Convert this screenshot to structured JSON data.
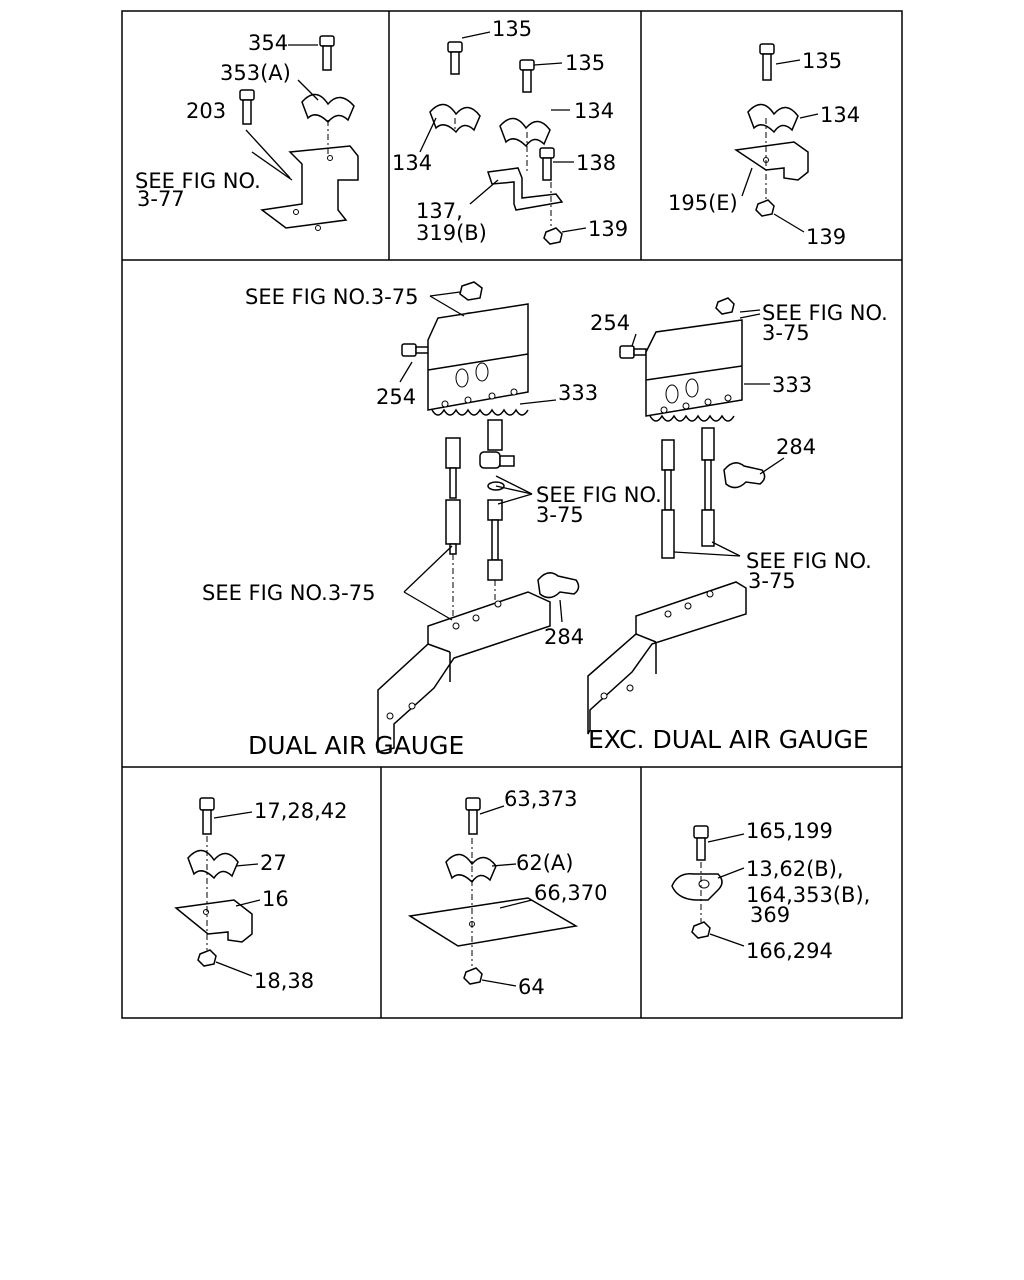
{
  "panels": {
    "p1": {
      "labels": [
        "354",
        "353(A)",
        "203",
        "SEE FIG NO.",
        "3-77"
      ]
    },
    "p2": {
      "labels": [
        "135",
        "135",
        "134",
        "134",
        "138",
        "137,",
        "319(B)",
        "139"
      ]
    },
    "p3": {
      "labels": [
        "135",
        "134",
        "195(E)",
        "139"
      ]
    },
    "center": {
      "left": {
        "labels": [
          "SEE FIG NO.3-75",
          "254",
          "333",
          "SEE FIG NO.",
          "3-75",
          "SEE FIG NO.3-75",
          "284"
        ],
        "caption": "DUAL  AIR GAUGE"
      },
      "right": {
        "labels": [
          "254",
          "SEE FIG NO.",
          "3-75",
          "333",
          "284",
          "SEE FIG NO.",
          "3-75"
        ],
        "caption": "EXC. DUAL AIR GAUGE"
      }
    },
    "p4": {
      "labels": [
        "17,28,42",
        "27",
        "16",
        "18,38"
      ]
    },
    "p5": {
      "labels": [
        "63,373",
        "62(A)",
        "66,370",
        "64"
      ]
    },
    "p6": {
      "labels": [
        "165,199",
        "13,62(B),",
        "164,353(B),",
        "369",
        "166,294"
      ]
    }
  }
}
